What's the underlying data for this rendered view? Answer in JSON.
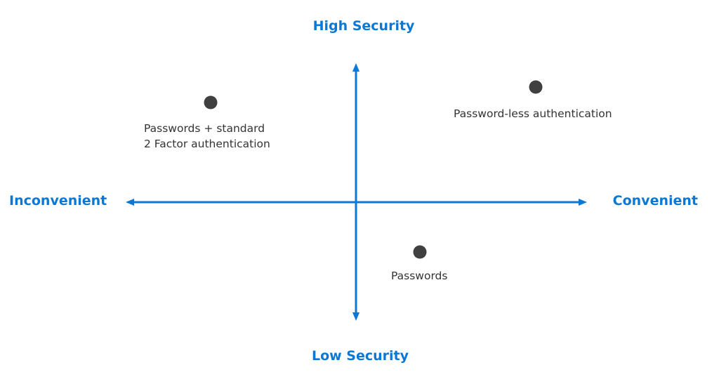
{
  "colors": {
    "accent": "#0a78d4",
    "point": "#404040",
    "text": "#333333"
  },
  "axes": {
    "top_label": "High Security",
    "bottom_label": "Low Security",
    "left_label": "Inconvenient",
    "right_label": "Convenient"
  },
  "points": [
    {
      "id": "twofactor",
      "lines": [
        "Passwords + standard",
        "2 Factor authentication"
      ]
    },
    {
      "id": "passwordless",
      "lines": [
        "Password-less authentication"
      ]
    },
    {
      "id": "passwords",
      "lines": [
        "Passwords"
      ]
    }
  ]
}
